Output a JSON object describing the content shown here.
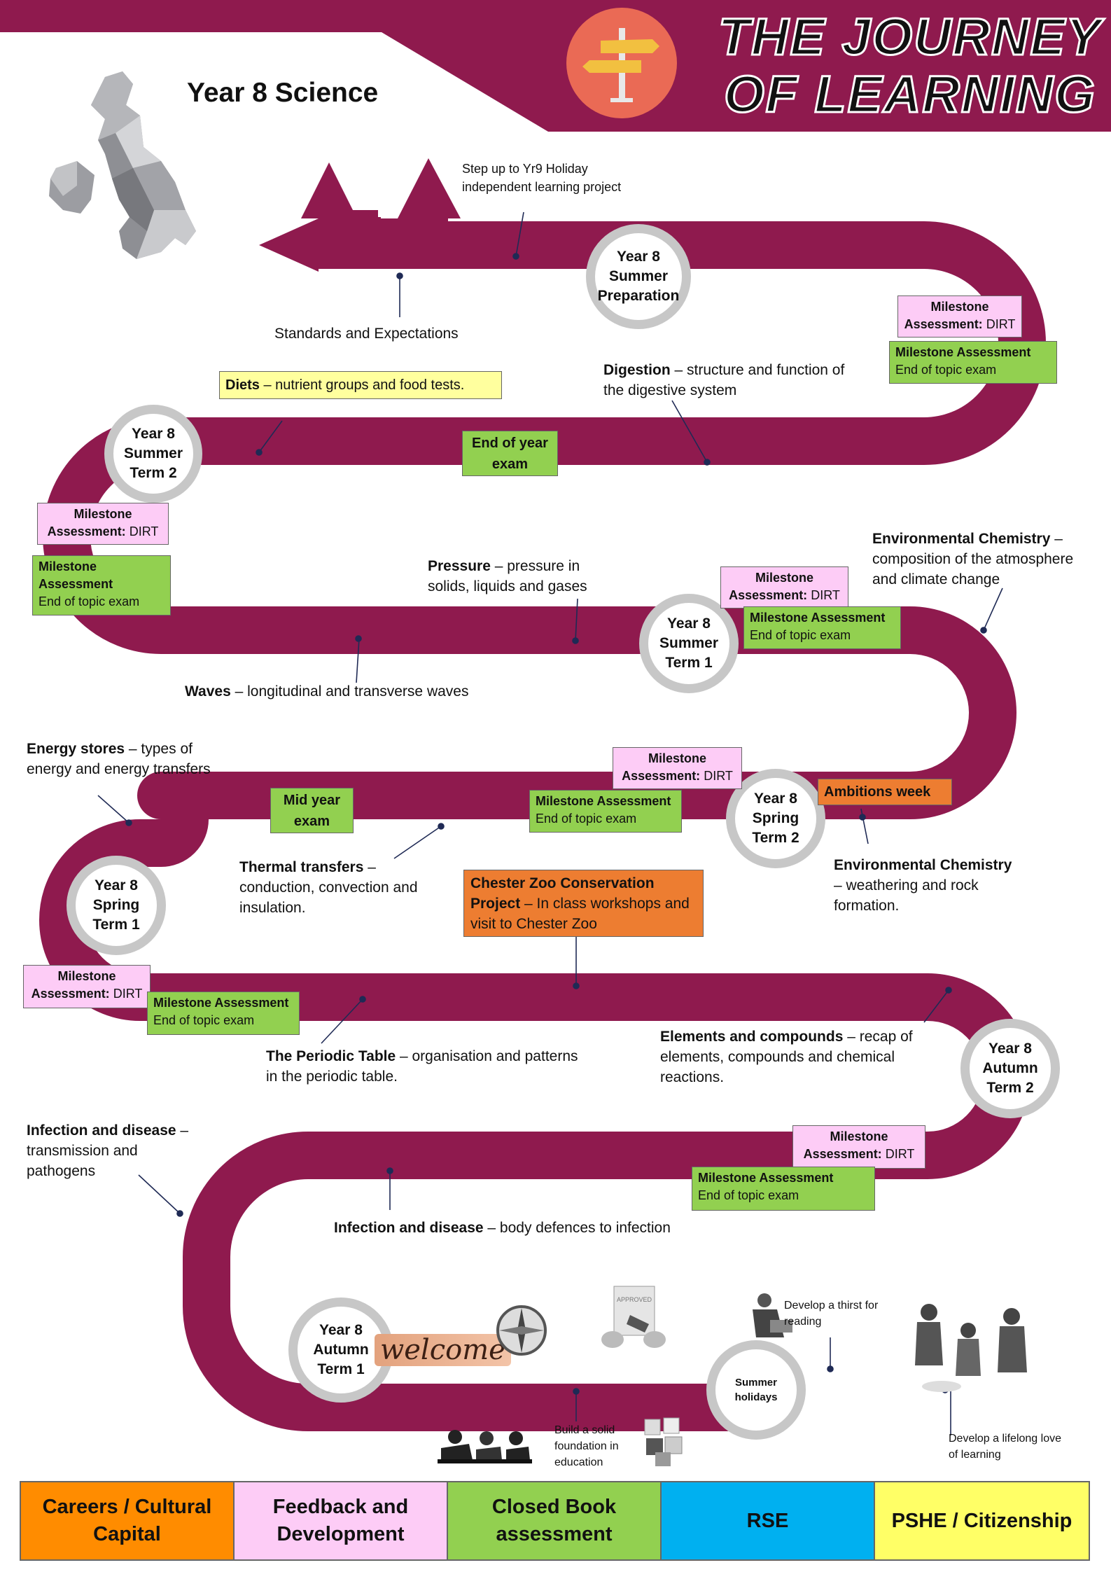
{
  "header": {
    "subject": "Year 8 Science",
    "title_line1": "THE JOURNEY",
    "title_line2": "OF LEARNING",
    "colors": {
      "maroon": "#8f1a4e",
      "icon_circle": "#ea6a55"
    },
    "icons": [
      "uk-map-icon",
      "signpost-icon"
    ]
  },
  "stages": {
    "summer_prep": [
      "Year 8",
      "Summer",
      "Preparation"
    ],
    "summer2": [
      "Year 8",
      "Summer",
      "Term 2"
    ],
    "summer1": [
      "Year 8",
      "Summer",
      "Term 1"
    ],
    "spring2": [
      "Year 8",
      "Spring",
      "Term 2"
    ],
    "spring1": [
      "Year 8",
      "Spring",
      "Term 1"
    ],
    "autumn2": [
      "Year 8",
      "Autumn",
      "Term 2"
    ],
    "autumn1": [
      "Year 8",
      "Autumn",
      "Term 1"
    ],
    "holidays": [
      "Summer",
      "holidays"
    ]
  },
  "assess": {
    "dirt_h": "Milestone",
    "dirt_s": "Assessment:",
    "dirt_t": "DIRT",
    "exam_h": "Milestone Assessment",
    "exam_t": "End of topic exam",
    "exam_h1": "Milestone",
    "exam_h2": "Assessment",
    "end_year_1": "End of year",
    "end_year_2": "exam",
    "mid_year_1": "Mid year",
    "mid_year_2": "exam"
  },
  "topics": {
    "step_up": [
      "Step up to Yr9 Holiday",
      "independent learning project"
    ],
    "standards": "Standards and Expectations",
    "diets_b": "Diets",
    "diets_t": " – nutrient groups and food tests.",
    "digestion_b": "Digestion",
    "digestion_t": " – structure and function of",
    "digestion_t2": "the digestive system",
    "pressure_b": "Pressure",
    "pressure_t": " – pressure in",
    "pressure_t2": "solids, liquids and gases",
    "env_b": "Environmental Chemistry",
    "env_t": " –",
    "env_t2": "composition of the atmosphere",
    "env_t3": "and climate change",
    "waves_b": "Waves",
    "waves_t": " – longitudinal and transverse waves",
    "energy_b": "Energy stores",
    "energy_t": " – types of",
    "energy_t2": "energy and energy transfers",
    "thermal_b": "Thermal transfers",
    "thermal_t": " –",
    "thermal_t2": "conduction, convection and",
    "thermal_t3": "insulation.",
    "ambitions": "Ambitions week",
    "env2_b": "Environmental Chemistry",
    "env2_t": "– weathering and rock",
    "env2_t2": "formation.",
    "zoo_b1": "Chester Zoo Conservation",
    "zoo_b2": "Project",
    "zoo_t": " – In class workshops and",
    "zoo_t2": "visit to Chester Zoo",
    "periodic_b": "The Periodic Table",
    "periodic_t": " – organisation and patterns",
    "periodic_t2": "in the periodic table.",
    "elements_b": "Elements and compounds",
    "elements_t": " – recap of",
    "elements_t2": "elements, compounds and chemical",
    "elements_t3": "reactions.",
    "infection1_b": "Infection and disease",
    "infection1_t": " –",
    "infection1_t2": "transmission and",
    "infection1_t3": "pathogens",
    "infection2_b": "Infection and disease",
    "infection2_t": " – body defences to infection"
  },
  "bottom": {
    "welcome": "welcome",
    "thirst": [
      "Develop a thirst for",
      "reading"
    ],
    "foundation": [
      "Build a solid",
      "foundation in",
      "education"
    ],
    "lifelong": [
      "Develop a lifelong love",
      "of learning"
    ],
    "stamp": "APPROVED"
  },
  "legend": [
    {
      "label1": "Careers / Cultural",
      "label2": "Capital",
      "color": "#ff8c00"
    },
    {
      "label1": "Feedback and",
      "label2": "Development",
      "color": "#fdccf6"
    },
    {
      "label1": "Closed Book",
      "label2": "assessment",
      "color": "#92d050"
    },
    {
      "label1": "RSE",
      "label2": "",
      "color": "#00b0f0"
    },
    {
      "label1": "PSHE / Citizenship",
      "label2": "",
      "color": "#ffff66"
    }
  ]
}
